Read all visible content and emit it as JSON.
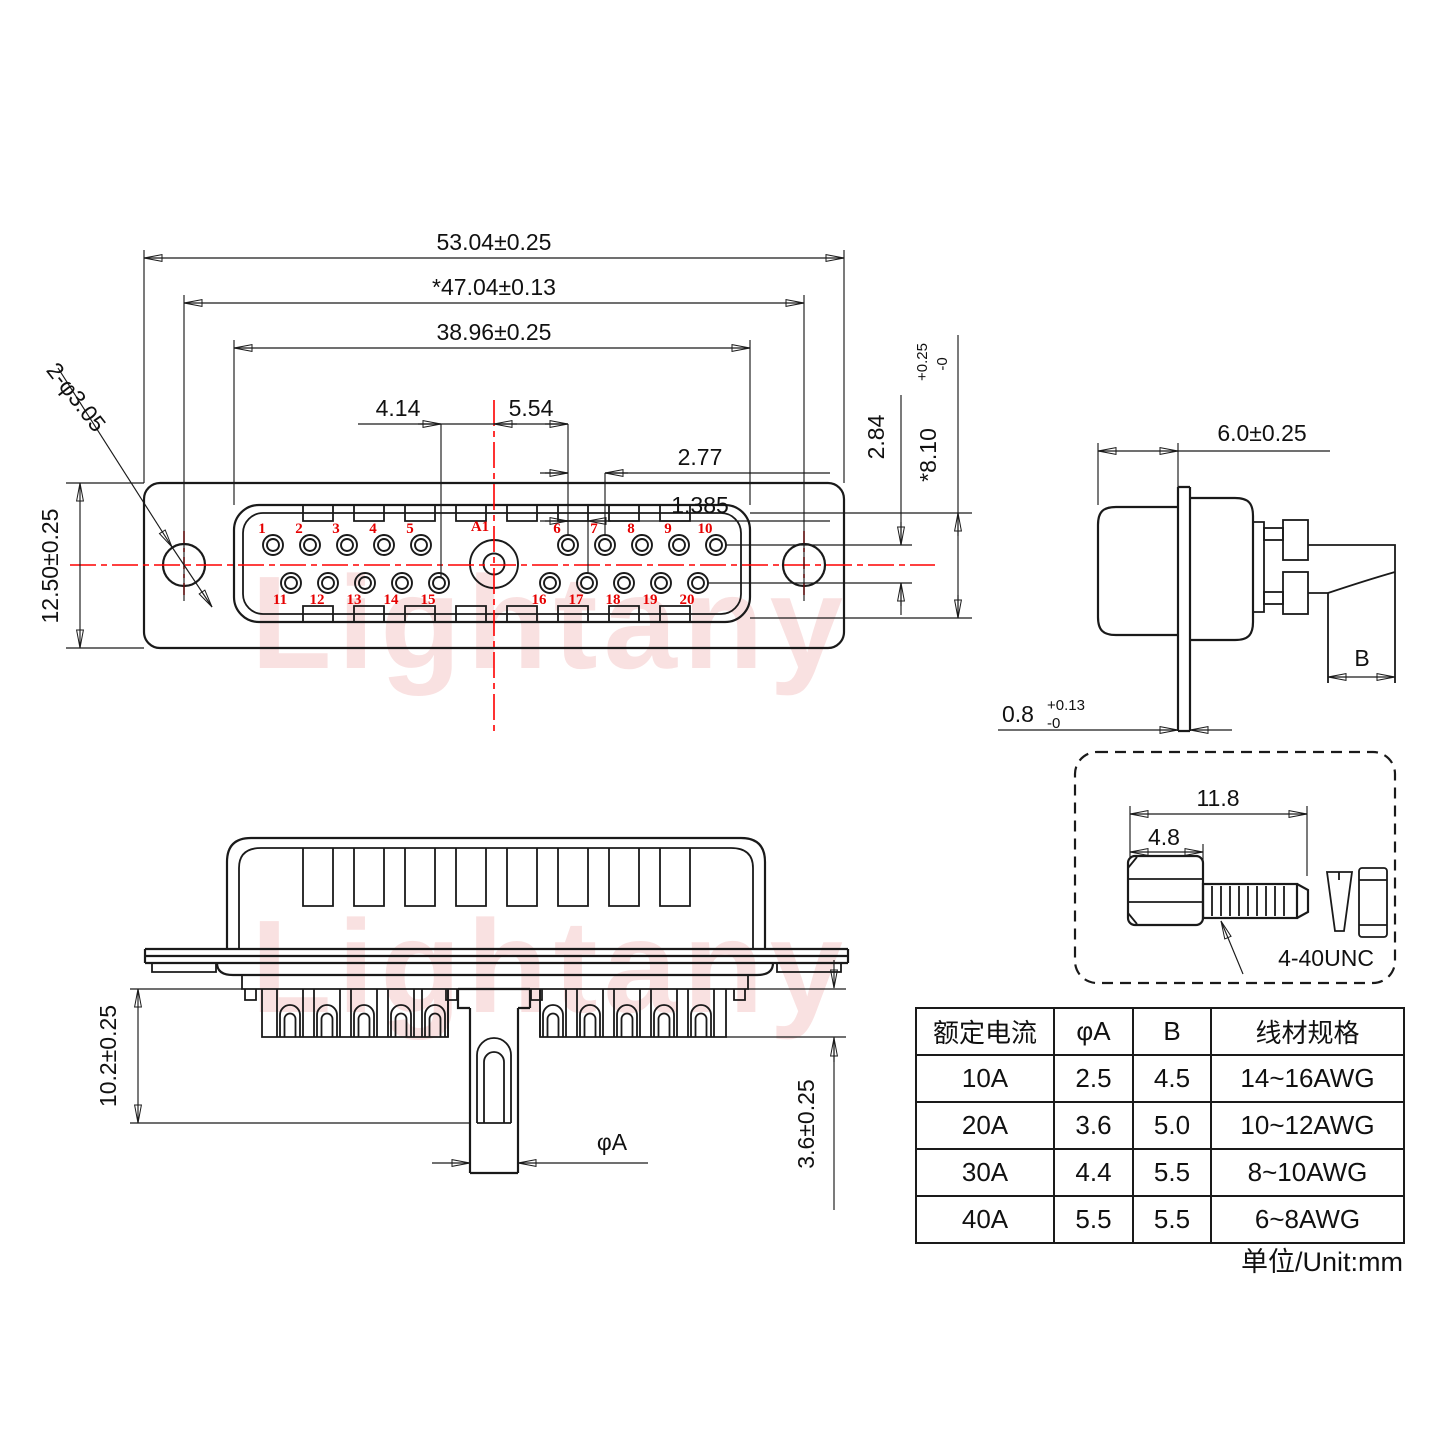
{
  "watermark": "Lightany",
  "front_view": {
    "dims": {
      "overall_width": "53.04±0.25",
      "hole_span": "*47.04±0.13",
      "insert_width": "38.96±0.25",
      "pitch_a": "4.14",
      "pitch_b": "5.54",
      "pitch_c": "2.77",
      "pitch_d": "1.385",
      "row_spacing": "2.84",
      "insert_height": "*8.10",
      "insert_height_tol_plus": "+0.25",
      "insert_height_tol_minus": "-0",
      "flange_height": "12.50±0.25",
      "mount_holes": "2-φ3.05"
    },
    "center_pin": "A1",
    "pin_labels": [
      "1",
      "2",
      "3",
      "4",
      "5",
      "6",
      "7",
      "8",
      "9",
      "10",
      "11",
      "12",
      "13",
      "14",
      "15",
      "16",
      "17",
      "18",
      "19",
      "20"
    ]
  },
  "side_view": {
    "body_width": "6.0±0.25",
    "panel_thickness": "0.8",
    "panel_tol_plus": "+0.13",
    "panel_tol_minus": "-0",
    "cup_depth": "B"
  },
  "screw_detail": {
    "total_length": "11.8",
    "head_length": "4.8",
    "thread": "4-40UNC"
  },
  "rear_view": {
    "tail_length": "10.2±0.25",
    "cup_height": "3.6±0.25",
    "pin_dia": "φA"
  },
  "table": {
    "headers": [
      "额定电流",
      "φA",
      "B",
      "线材规格"
    ],
    "rows": [
      [
        "10A",
        "2.5",
        "4.5",
        "14~16AWG"
      ],
      [
        "20A",
        "3.6",
        "5.0",
        "10~12AWG"
      ],
      [
        "30A",
        "4.4",
        "5.5",
        "8~10AWG"
      ],
      [
        "40A",
        "5.5",
        "5.5",
        "6~8AWG"
      ]
    ],
    "unit_note": "单位/Unit:mm"
  }
}
